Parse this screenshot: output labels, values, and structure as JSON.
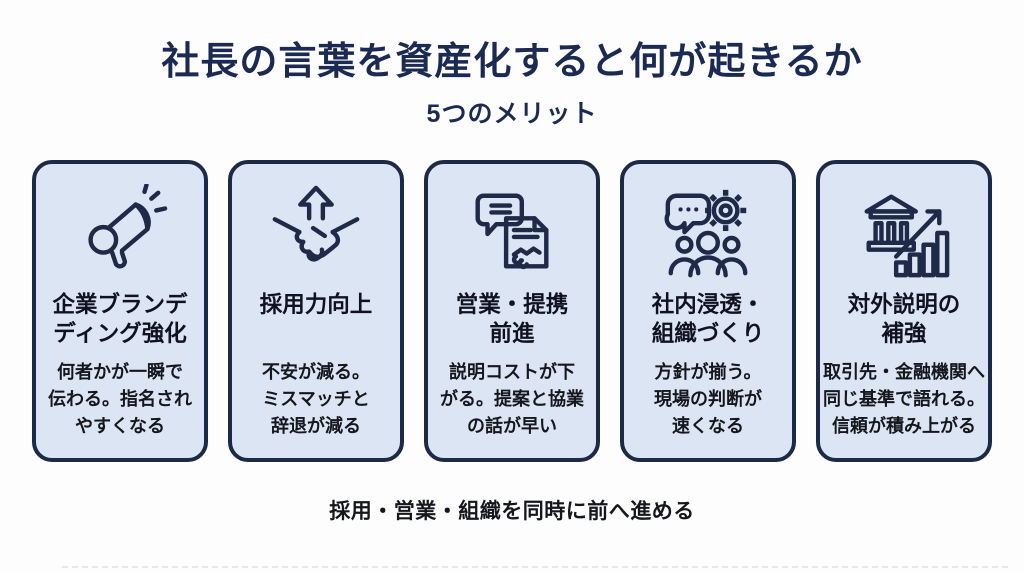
{
  "header": {
    "title": "社長の言葉を資産化すると何が起きるか",
    "subtitle": "5つのメリット"
  },
  "cards": [
    {
      "icon": "megaphone-icon",
      "title_lines": [
        "企業ブランデ",
        "ディング強化"
      ],
      "body_lines": [
        "何者かが一瞬で",
        "伝わる。指名され",
        "やすくなる"
      ]
    },
    {
      "icon": "handshake-up-arrow-icon",
      "title_lines": [
        "採用力向上"
      ],
      "body_lines": [
        "不安が減る。",
        "ミスマッチと",
        "辞退が減る"
      ]
    },
    {
      "icon": "chat-document-handshake-icon",
      "title_lines": [
        "営業・提携",
        "前進"
      ],
      "body_lines": [
        "説明コストが下",
        "がる。提案と協業",
        "の話が早い"
      ]
    },
    {
      "icon": "chat-gear-people-icon",
      "title_lines": [
        "社内浸透・",
        "組織づくり"
      ],
      "body_lines": [
        "方針が揃う。",
        "現場の判断が",
        "速くなる"
      ]
    },
    {
      "icon": "bank-growth-chart-icon",
      "title_lines": [
        "対外説明の",
        "補強"
      ],
      "body_lines": [
        "取引先・金融機関へ",
        "同じ基準で語れる。",
        "信頼が積み上がる"
      ]
    }
  ],
  "footer": {
    "text": "採用・営業・組織を同時に前へ進める"
  },
  "colors": {
    "accent_navy": "#1b2a52",
    "card_background": "#dbe5f4",
    "card_border": "#1c2947",
    "icon_stroke": "#1e2a47",
    "text_dark": "#15171d"
  }
}
